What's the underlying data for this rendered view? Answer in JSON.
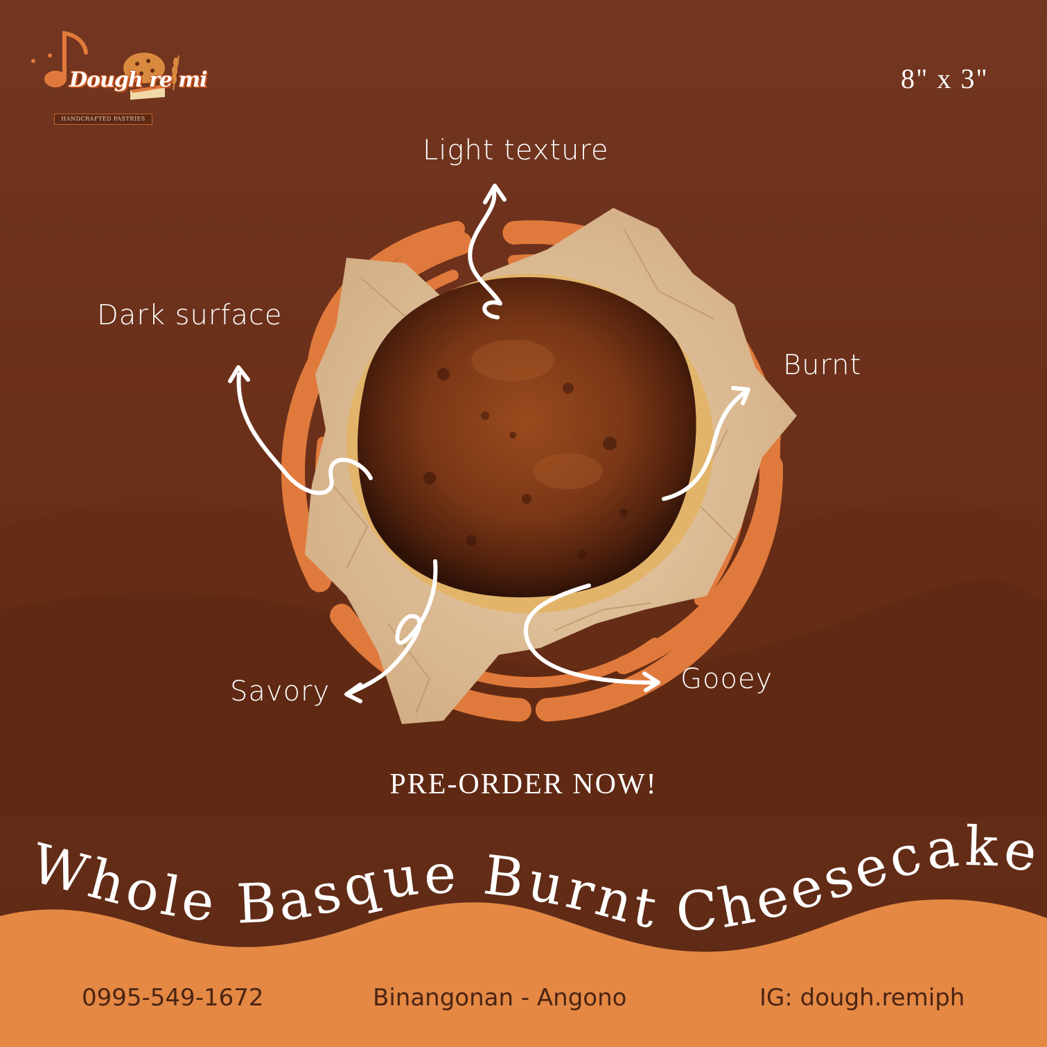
{
  "brand": {
    "name": "Dough re mi",
    "tagline": "HANDCRAFTED PASTRIES"
  },
  "size": "8\" x 3\"",
  "features": {
    "light_texture": "Light texture",
    "dark_surface": "Dark surface",
    "burnt": "Burnt",
    "savory": "Savory",
    "gooey": "Gooey"
  },
  "cta": "PRE-ORDER NOW!",
  "title": "Whole Basque Burnt Cheesecake",
  "footer": {
    "phone": "0995-549-1672",
    "location": "Binangonan - Angono",
    "instagram": "IG: dough.remiph"
  },
  "colors": {
    "background": "#6e3219",
    "accent_orange": "#e07a3c",
    "wave_orange": "#e48844",
    "paper": "#e6c9a4",
    "cake": "#7a3a17",
    "text_light": "#ffffff",
    "footer_text": "#4a2412"
  }
}
